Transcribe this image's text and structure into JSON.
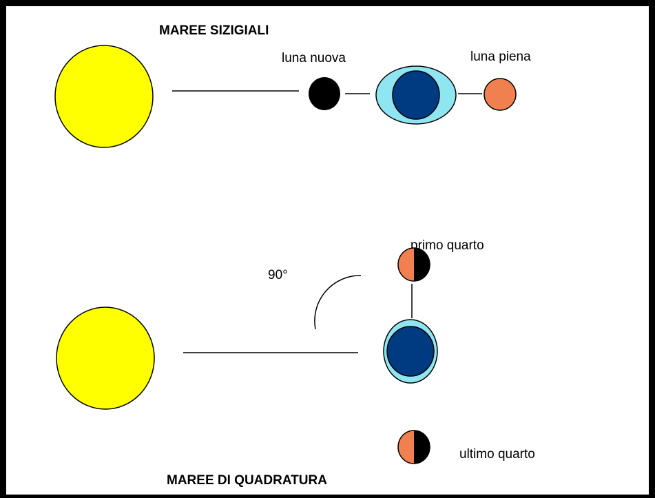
{
  "spring_tides": {
    "title": "MAREE SIZIGIALI",
    "new_moon_label": "luna nuova",
    "full_moon_label": "luna piena"
  },
  "neap_tides": {
    "title": "MAREE DI QUADRATURA",
    "first_quarter_label": "primo quarto",
    "last_quarter_label": "ultimo quarto",
    "angle_label": "90°"
  },
  "colors": {
    "sun": "#ffff00",
    "earth_ocean": "#8fe6f0",
    "earth": "#003a80",
    "moon_lit": "#f08050",
    "moon_dark": "#000000",
    "line": "#000000"
  },
  "icons": {
    "sun": "sun-icon",
    "earth": "earth-icon",
    "moon": "moon-icon"
  }
}
